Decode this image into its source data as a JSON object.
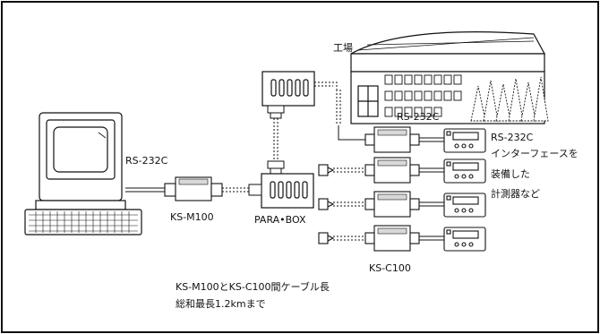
{
  "labels": {
    "factory": "工場",
    "rs232c_top": "RS-232C",
    "rs232c_pc": "RS-232C",
    "rs232c_dev": "RS-232C",
    "dev_desc_1": "インターフェースを",
    "dev_desc_2": "装備した",
    "dev_desc_3": "計測器など",
    "ksm100": "KS-M100",
    "parabox": "PARA•BOX",
    "ksc100": "KS-C100",
    "note_1": "KS-M100とKS-C100間ケーブル長",
    "note_2": "総和最長1.2kmまで"
  },
  "colors": {
    "line": "#111111",
    "fill": "#ffffff",
    "shade": "#d8d8d8"
  }
}
